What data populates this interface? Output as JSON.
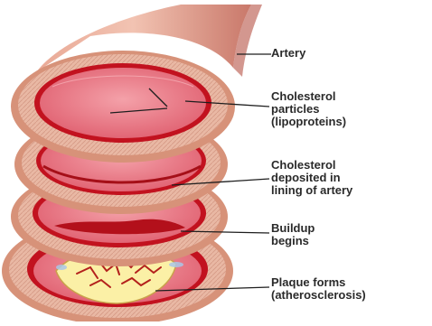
{
  "labels": {
    "artery": [
      "Artery"
    ],
    "cholesterol_particles": [
      "Cholesterol",
      "particles",
      "(lipoproteins)"
    ],
    "cholesterol_deposited": [
      "Cholesterol",
      "deposited in",
      "lining of artery"
    ],
    "buildup": [
      "Buildup",
      "begins"
    ],
    "plaque": [
      "Plaque forms",
      "(atherosclerosis)"
    ]
  },
  "colors": {
    "wall_outer": "#e7b59f",
    "wall_mid": "#d79279",
    "lumen": "#e97a86",
    "lining": "#c2121f",
    "plaque_fill": "#fbf0a6",
    "plaque_streak": "#b3201c",
    "callout_line": "#1e1e1e"
  }
}
